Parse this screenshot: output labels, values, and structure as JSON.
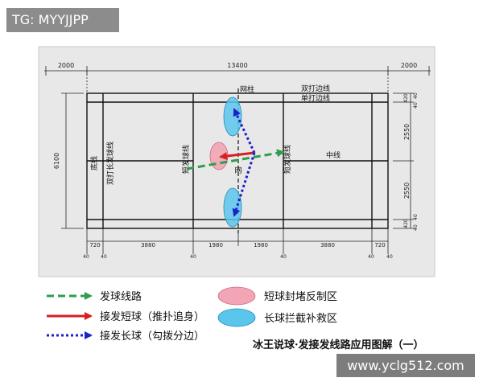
{
  "badge": {
    "text": "TG: MYYJJPP"
  },
  "watermark": {
    "text": "www.yclg512.com"
  },
  "court": {
    "dim_top_left": "2000",
    "dim_top_mid": "13400",
    "dim_top_right": "2000",
    "dim_left_height": "6100",
    "dim_right_2550_upper": "2550",
    "dim_right_2550_lower": "2550",
    "dim_right_420_top": "420",
    "dim_right_40_top1": "40",
    "dim_right_40_top2": "40",
    "dim_right_420_bot": "420",
    "dim_right_40_bot1": "40",
    "dim_right_40_bot2": "40",
    "dim_bottom": [
      "720",
      "3880",
      "1980",
      "1980",
      "3880",
      "720"
    ],
    "dim_bottom_40": [
      "40",
      "40",
      "40",
      "40",
      "40",
      "40"
    ],
    "label_net_post": "网柱",
    "label_doubles_sideline": "双打边线",
    "label_singles_sideline": "单打边线",
    "label_base_line": "底线",
    "label_doubles_long_service": "双打长发球线",
    "label_short_service_left": "短发球线",
    "label_short_service_right": "短发球线",
    "label_net": "网",
    "label_center_line": "中线"
  },
  "legend": {
    "serve_route": "发球线路",
    "short_return": "接发短球（推扑追身）",
    "long_return": "接发长球（勾拨分边）",
    "short_zone": "短球封堵反制区",
    "long_zone": "长球拦截补救区"
  },
  "caption": "冰王说球·发接发线路应用图解（一）",
  "colors": {
    "court_bg": "#e8e8e8",
    "green": "#2e9e4a",
    "red": "#d81e1e",
    "blue": "#1a22c8",
    "pink": "#f2a5b5",
    "cyan": "#5bc6ec"
  },
  "icons": [
    "green-dash-arrow-icon",
    "red-arrow-icon",
    "blue-dotted-arrow-icon",
    "pink-ellipse-icon",
    "cyan-ellipse-icon"
  ]
}
